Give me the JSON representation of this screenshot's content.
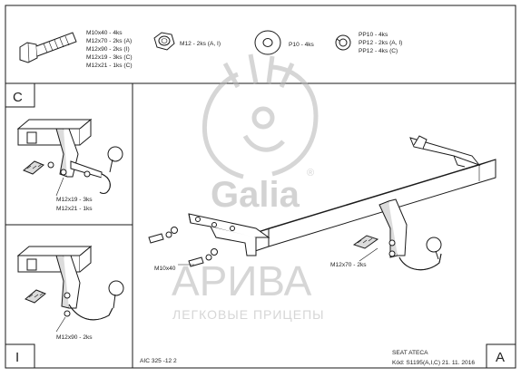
{
  "parts": {
    "bolts": [
      "M10x40 - 4ks",
      "M12x70 - 2ks (A)",
      "M12x90 - 2ks (I)",
      "M12x19 - 3ks (C)",
      "M12x21 - 1ks (C)"
    ],
    "nut": "M12 - 2ks (A, I)",
    "washer": "P10 - 4ks",
    "spring_washers": [
      "PP10 - 4ks",
      "PP12 - 2ks (A, I)",
      "PP12 - 4ks (C)"
    ]
  },
  "variants": {
    "c": {
      "letter": "C",
      "labels": [
        "M12x19 - 3ks",
        "M12x21 - 1ks"
      ]
    },
    "i": {
      "letter": "I",
      "label": "M12x90 - 2ks"
    },
    "a": {
      "letter": "A"
    }
  },
  "main": {
    "label_left": "M10x40",
    "label_right": "M12x70 - 2ks"
  },
  "watermark": {
    "brand": "Galia",
    "registered": "®",
    "name": "АРИВА",
    "tagline": "ЛЕГКОВЫЕ ПРИЦЕПЫ"
  },
  "footer": {
    "code": "AIC 325 -12 2",
    "model": "SEAT ATECA",
    "kod": "Kód: S1195(A,I,C)  21. 11. 2016"
  }
}
